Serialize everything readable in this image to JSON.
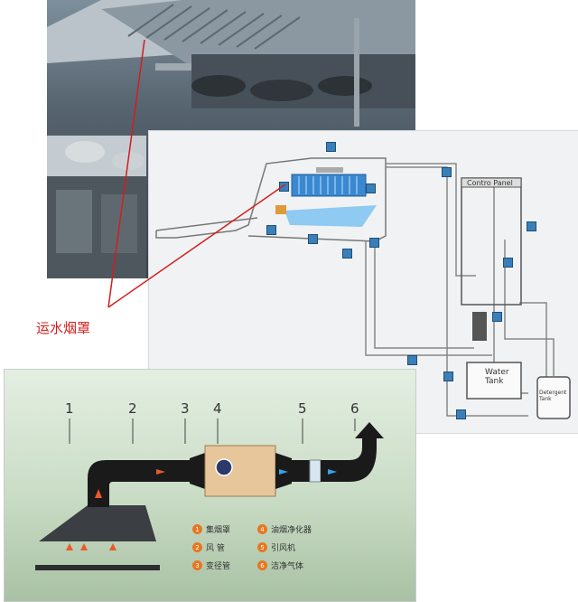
{
  "callout": "运水烟罩",
  "schematic": {
    "panel_label": "Contro Panel",
    "tank_label": "Water\nTank",
    "detergent_label": "Detergent\nTank"
  },
  "flow": {
    "numbers": [
      "1",
      "2",
      "3",
      "4",
      "5",
      "6"
    ],
    "legend": [
      {
        "n": "1",
        "label": "集烟罩"
      },
      {
        "n": "4",
        "label": "油烟净化器"
      },
      {
        "n": "2",
        "label": "风 管"
      },
      {
        "n": "5",
        "label": "引风机"
      },
      {
        "n": "3",
        "label": "变径管"
      },
      {
        "n": "6",
        "label": "洁净气体"
      }
    ]
  },
  "colors": {
    "accent": "#d21e1e",
    "tag": "#3a7fb8",
    "duct": "#1a1a1a",
    "legend": "#e87722"
  }
}
